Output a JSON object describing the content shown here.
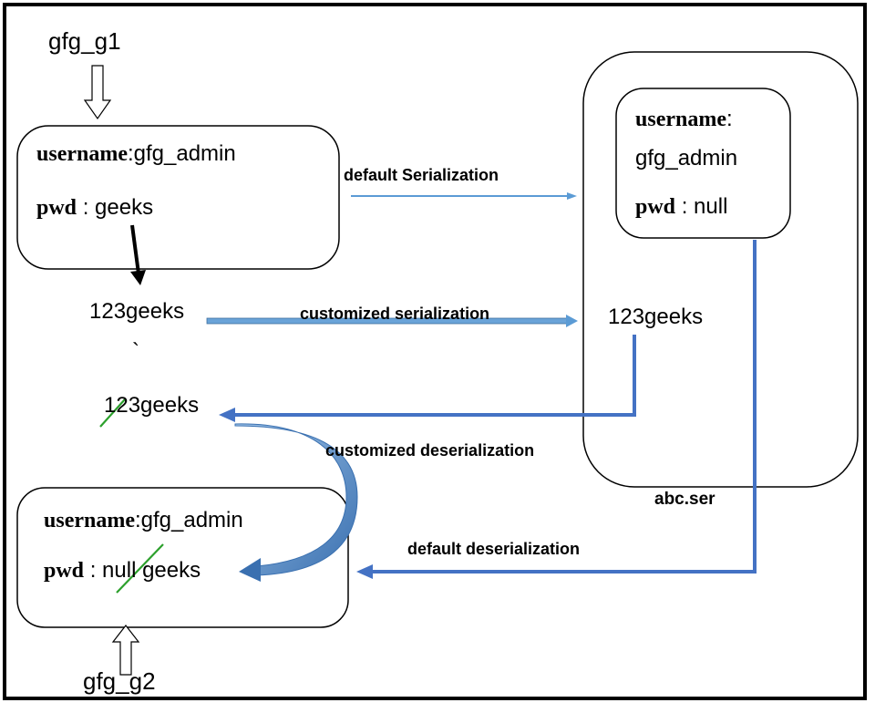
{
  "objects": {
    "g1": {
      "name": "gfg_g1",
      "username_key": "username",
      "username_value": ":gfg_admin",
      "pwd_key": "pwd",
      "pwd_value": " : geeks"
    },
    "g2": {
      "name": "gfg_g2",
      "username_key": "username",
      "username_value": ":gfg_admin",
      "pwd_key": "pwd",
      "pwd_sep": " : ",
      "pwd_struck": "null",
      "pwd_new": " geeks"
    }
  },
  "file": {
    "name": "abc.ser",
    "username_key": "username",
    "username_colon": ":",
    "username_value": "gfg_admin",
    "pwd_key": "pwd",
    "pwd_value": " : null",
    "encrypted": "123geeks"
  },
  "encrypted_top": "123geeks",
  "backtick": "`",
  "decrypted": {
    "struck": "1",
    "rest": "23geeks"
  },
  "arrows": {
    "default_serialization": "default Serialization",
    "customized_serialization": "customized serialization",
    "customized_deserialization": "customized deserialization",
    "default_deserialization": "default deserialization"
  },
  "colors": {
    "blue": "#4472c4",
    "light_blue": "#5b9bd5",
    "strike_green": "#2ca02c"
  }
}
